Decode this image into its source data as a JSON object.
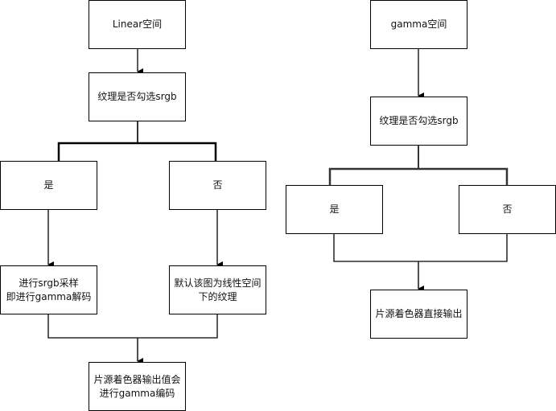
{
  "diagram": {
    "type": "flowchart",
    "left_flow": {
      "start": "Linear空间",
      "decision": "纹理是否勾选srgb",
      "branch_yes": "是",
      "branch_no": "否",
      "yes_action": "进行srgb采样\n即进行gamma解码",
      "no_action": "默认该图为线性空间\n下的纹理",
      "result": "片源着色器输出值会\n进行gamma编码"
    },
    "right_flow": {
      "start": "gamma空间",
      "decision": "纹理是否勾选srgb",
      "branch_yes": "是",
      "branch_no": "否",
      "result": "片源着色器直接输出"
    },
    "colors": {
      "stroke": "#000000",
      "fill": "#ffffff",
      "text": "#111111"
    }
  }
}
